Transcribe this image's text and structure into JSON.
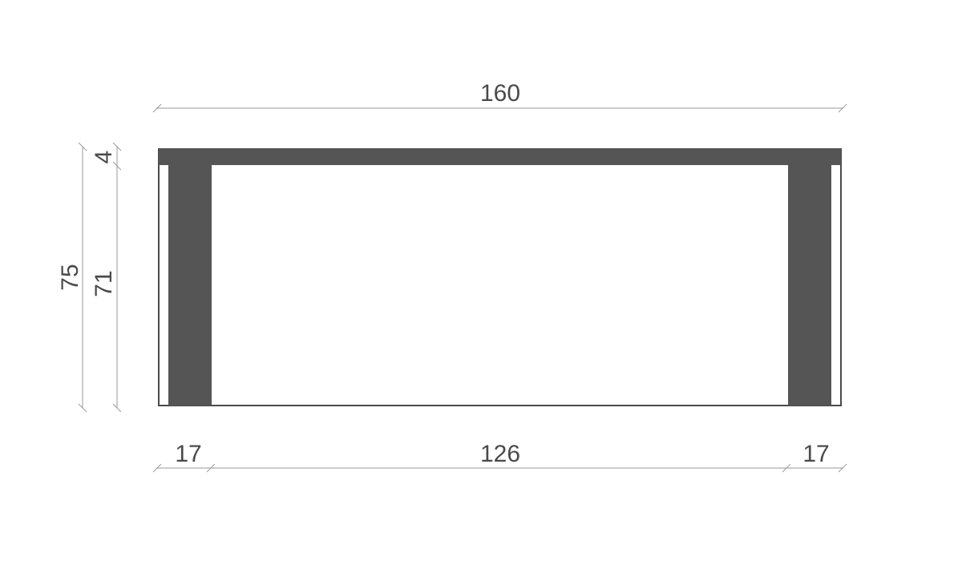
{
  "colors": {
    "body": "#555555",
    "outline": "#4a4a4a",
    "dimension_line": "#9a9a9a",
    "text": "#4a4a4a"
  },
  "dimensions": {
    "total_width": "160",
    "total_height": "75",
    "top_thickness": "4",
    "leg_height": "71",
    "left_leg_width": "17",
    "inner_span": "126",
    "right_leg_width": "17"
  }
}
